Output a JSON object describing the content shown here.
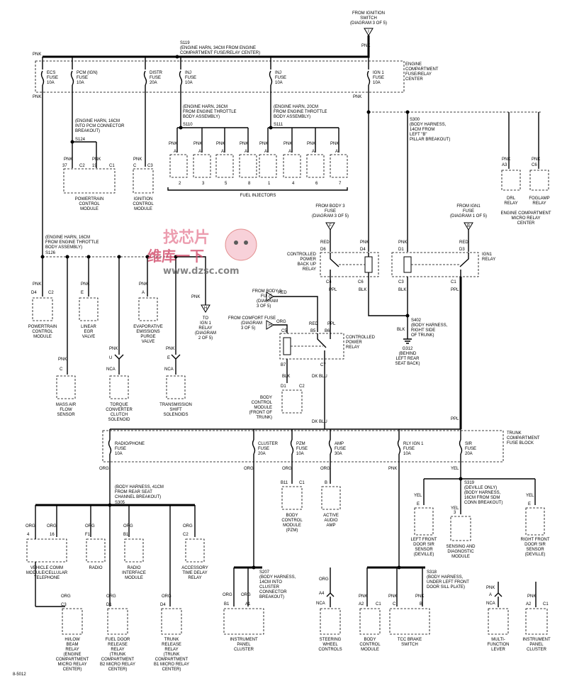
{
  "ignition": {
    "line1": "FROM IGNITION",
    "line2": "SWITCH",
    "line3": "(DIAGRAM 3 OF 5)",
    "pin": "I"
  },
  "splice_s119": {
    "id": "S119",
    "l1": "(ENGINE HARN, 34CM FROM ENGINE",
    "l2": "COMPARTMENT FUSE/RELAY CENTER)"
  },
  "fuse_block_engine": {
    "l1": "ENGINE",
    "l2": "COMPARTMENT",
    "l3": "FUSE/RELAY",
    "l4": "CENTER"
  },
  "engine_fuses": [
    {
      "name": "ECS",
      "l2": "FUSE",
      "amp": "10A"
    },
    {
      "name": "PCM (IGN)",
      "l2": "FUSE",
      "amp": "10A"
    },
    {
      "name": "DISTR",
      "l2": "FUSE",
      "amp": "20A"
    },
    {
      "name": "INJ",
      "l2": "FUSE",
      "amp": "10A"
    },
    {
      "name": "INJ",
      "l2": "FUSE",
      "amp": "10A"
    },
    {
      "name": "IGN 1",
      "l2": "FUSE",
      "amp": "10A"
    }
  ],
  "wire": {
    "pnk": "PNK",
    "red": "RED",
    "ppl": "PPL",
    "blk": "BLK",
    "org": "ORG",
    "yel": "YEL",
    "dkblu": "DK BLU",
    "nca": "NCA"
  },
  "s124": {
    "l1": "(ENGINE HARN, 16CM",
    "l2": "INTO PCM CONNECTOR",
    "l3": "BREAKOUT)",
    "id": "S124"
  },
  "s110": {
    "l1": "(ENGINE HARN, 26CM",
    "l2": "FROM ENGINE THROTTLE",
    "l3": "BODY ASSEMBLY)",
    "id": "S110"
  },
  "s111": {
    "l1": "(ENGINE HARN, 20CM",
    "l2": "FROM ENGINE THROTTLE",
    "l3": "BODY ASSEMBLY)",
    "id": "S111"
  },
  "s300": {
    "id": "S300",
    "l1": "(BODY HARNESS,",
    "l2": "14CM FROM",
    "l3": "LEFT \"B\"",
    "l4": "PILLAR BREAKOUT)"
  },
  "pcm": {
    "pins": [
      "37",
      "C2",
      "19",
      "C1"
    ],
    "l1": "POWERTRAIN",
    "l2": "CONTROL",
    "l3": "MODULE"
  },
  "icm": {
    "pins": [
      "C",
      "C3"
    ],
    "l1": "IGNITION",
    "l2": "CONTROL",
    "l3": "MODULE"
  },
  "injectors": {
    "pins": [
      "A",
      "A",
      "A",
      "A",
      "A",
      "A",
      "A",
      "A"
    ],
    "nums": [
      "2",
      "3",
      "5",
      "8",
      "1",
      "4",
      "6",
      "7"
    ],
    "label": "FUEL INJECTORS"
  },
  "drl": {
    "pin": "A3",
    "l1": "DRL",
    "l2": "RELAY"
  },
  "foglamp": {
    "pin": "C6",
    "l1": "FOGLAMP",
    "l2": "RELAY"
  },
  "micro_center": {
    "l1": "ENGINE COMPARTMENT",
    "l2": "MICRO RELAY",
    "l3": "CENTER"
  },
  "from_body3": {
    "l1": "FROM BODY 3",
    "l2": "FUSE",
    "l3": "(DIAGRAM 3 OF 5)",
    "pin": "F"
  },
  "from_ign1": {
    "l1": "FROM IGN1",
    "l2": "FUSE",
    "l3": "(DIAGRAM 1 OF 5)",
    "pin": "B"
  },
  "backup_relay": {
    "l1": "CONTROLLED",
    "l2": "POWER",
    "l3": "BACK UP",
    "l4": "RELAY",
    "pins": [
      "D6",
      "D4",
      "C4",
      "C6"
    ]
  },
  "ign1_relay": {
    "l1": "IGN1",
    "l2": "RELAY",
    "pins": [
      "D1",
      "D3",
      "C3",
      "C1"
    ]
  },
  "s126": {
    "l1": "(ENGINE HARN, 16CM",
    "l2": "FROM ENGINE THROTTLE",
    "l3": "BODY ASSEMBLY)",
    "id": "S126"
  },
  "watermark": {
    "cn1": "找芯片",
    "cn2": "维库一下",
    "url": "www.dzsc.com"
  },
  "pcm2": {
    "pins": [
      "D4",
      "C2"
    ],
    "l1": "POWERTRAIN",
    "l2": "CONTROL",
    "l3": "MODULE"
  },
  "egr": {
    "pin": "E",
    "l1": "LINEAR",
    "l2": "EGR",
    "l3": "VALVE"
  },
  "evap": {
    "pin": "A",
    "l1": "EVAPORATIVE",
    "l2": "EMISSIONS",
    "l3": "PURGE",
    "l4": "VALVE"
  },
  "to_ign1": {
    "pin": "H",
    "l1": "TO",
    "l2": "IGN 1",
    "l3": "RELAY",
    "l4": "(DIAGRAM",
    "l5": "2 OF 5)"
  },
  "maf": {
    "pin": "C",
    "l1": "MASS AIR",
    "l2": "FLOW",
    "l3": "SENSOR"
  },
  "tcc": {
    "pin": "U",
    "l1": "TORQUE",
    "l2": "CONVERTER",
    "l3": "CLUTCH",
    "l4": "SOLENOID"
  },
  "shift": {
    "pin": "E",
    "l1": "TRANSMISSION",
    "l2": "SHIFT",
    "l3": "SOLENOIDS"
  },
  "fb3_2": {
    "l1": "FROM BODY 3",
    "l2": "FUSE",
    "l3": "(DIAGRAM",
    "l4": "3 OF 5)",
    "pin": "G"
  },
  "comfort": {
    "l1": "FROM COMFORT FUSE",
    "l2": "(DIAGRAM",
    "l3": "3 OF 5)",
    "pin": "H"
  },
  "cp_relay": {
    "l1": "CONTROLLED",
    "l2": "POWER",
    "l3": "RELAY",
    "pins": [
      "C5",
      "B5",
      "B6",
      "B7",
      "C7"
    ]
  },
  "bcm_trunk": {
    "pins": [
      "D1",
      "C2"
    ],
    "l1": "BODY",
    "l2": "CONTROL",
    "l3": "MODULE",
    "l4": "(FRONT OF",
    "l5": "TRUNK)"
  },
  "s402": {
    "id": "S402",
    "l1": "(BODY HARNESS,",
    "l2": "RIGHT SIDE",
    "l3": "OF TRUNK)"
  },
  "g312": {
    "id": "G312",
    "l1": "(BEHIND",
    "l2": "LEFT REAR",
    "l3": "SEAT BACK)"
  },
  "trunk_block": {
    "l1": "TRUNK",
    "l2": "COMPARTMENT",
    "l3": "FUSE BLOCK"
  },
  "trunk_fuses": [
    {
      "name": "RADIO/PHONE",
      "l2": "FUSE",
      "amp": "10A"
    },
    {
      "name": "CLUSTER",
      "l2": "FUSE",
      "amp": "20A"
    },
    {
      "name": "PZM",
      "l2": "FUSE",
      "amp": "10A"
    },
    {
      "name": "AMP",
      "l2": "FUSE",
      "amp": "30A"
    },
    {
      "name": "RLY IGN 1",
      "l2": "FUSE",
      "amp": "10A"
    },
    {
      "name": "SIR",
      "l2": "FUSE",
      "amp": "20A"
    }
  ],
  "s305": {
    "l1": "(BODY HARNESS, 41CM",
    "l2": "FROM REAR SEAT",
    "l3": "CHANNEL BREAKOUT)",
    "id": "S305"
  },
  "phone": {
    "pins": [
      "4",
      "16"
    ],
    "l1": "VEHICLE COMM",
    "l2": "MODULE/CELLULAR",
    "l3": "TELEPHONE"
  },
  "radio": {
    "pin": "F1",
    "l1": "RADIO"
  },
  "rim": {
    "pin": "B1",
    "l1": "RADIO",
    "l2": "INTERFACE",
    "l3": "MODULE"
  },
  "atd": {
    "pin": "C2",
    "l1": "ACCESSORY",
    "l2": "TIME DELAY",
    "l3": "RELAY"
  },
  "pzm": {
    "pins": [
      "B11",
      "C1"
    ],
    "l1": "BODY",
    "l2": "CONTROL",
    "l3": "MODULE",
    "l4": "(PZM)"
  },
  "amp": {
    "pin": "B",
    "l1": "ACTIVE",
    "l2": "AUDIO",
    "l3": "AMP"
  },
  "s319": {
    "id": "S319",
    "l1": "(DEVILLE ONLY)",
    "l2": "(BODY HARNESS,",
    "l3": "16CM FROM SDM",
    "l4": "CONN BREAKOUT)"
  },
  "lf_sir": {
    "pin": "E",
    "l1": "LEFT FRONT",
    "l2": "DOOR SIR",
    "l3": "SENSOR",
    "l4": "(DEVILLE)"
  },
  "sdm": {
    "pin": "3",
    "l1": "SENSING AND",
    "l2": "DIAGNOSTIC",
    "l3": "MODULE"
  },
  "rf_sir": {
    "pin": "E",
    "l1": "RIGHT FRONT",
    "l2": "DOOR SIR",
    "l3": "SENSOR",
    "l4": "(DEVILLE)"
  },
  "hilow": {
    "pin": "C3",
    "l1": "HI/LOW",
    "l2": "BEAM",
    "l3": "RELAY",
    "l4": "(ENGINE",
    "l5": "COMPARTMENT",
    "l6": "MICRO RELAY",
    "l7": "CENTER)"
  },
  "fueldoor": {
    "pin": "D1",
    "l1": "FUEL DOOR",
    "l2": "RELEASE",
    "l3": "RELAY",
    "l4": "(TRUNK",
    "l5": "COMPARTMENT",
    "l6": "B2 MICRO RELAY",
    "l7": "CENTER)"
  },
  "trunkrel": {
    "pin": "D4",
    "l1": "TRUNK",
    "l2": "RELEASE",
    "l3": "RELAY",
    "l4": "(TRUNK",
    "l5": "COMPARTMENT",
    "l6": "B1 MICRO RELAY",
    "l7": "CENTER)"
  },
  "s207": {
    "id": "S207",
    "l1": "(BODY HARNESS,",
    "l2": "14CM INTO",
    "l3": "CLUSTER",
    "l4": "CONNECTOR",
    "l5": "BREAKOUT)"
  },
  "ipc": {
    "pins": [
      "B1",
      "A1"
    ],
    "l1": "INSTRUMENT",
    "l2": "PANEL",
    "l3": "CLUSTER"
  },
  "steer": {
    "pin": "A4",
    "l1": "STEERING",
    "l2": "WHEEL",
    "l3": "CONTROLS"
  },
  "s318": {
    "id": "S318",
    "l1": "(BODY HARNESS,",
    "l2": "UNDER LEFT FRONT",
    "l3": "DOOR SILL PLATE)"
  },
  "bcm2": {
    "pins": [
      "A2",
      "C1"
    ],
    "l1": "BODY",
    "l2": "CONTROL",
    "l3": "MODULE"
  },
  "tccbrake": {
    "pins": [
      "C",
      "B"
    ],
    "l1": "TCC BRAKE",
    "l2": "SWITCH"
  },
  "mfl": {
    "pin": "A",
    "l1": "MULTI-",
    "l2": "FUNCTION",
    "l3": "LEVER"
  },
  "ipc2": {
    "pins": [
      "A2",
      "C1"
    ],
    "l1": "INSTRUMENT",
    "l2": "PANEL",
    "l3": "CLUSTER"
  },
  "figure_id": "8-5012"
}
